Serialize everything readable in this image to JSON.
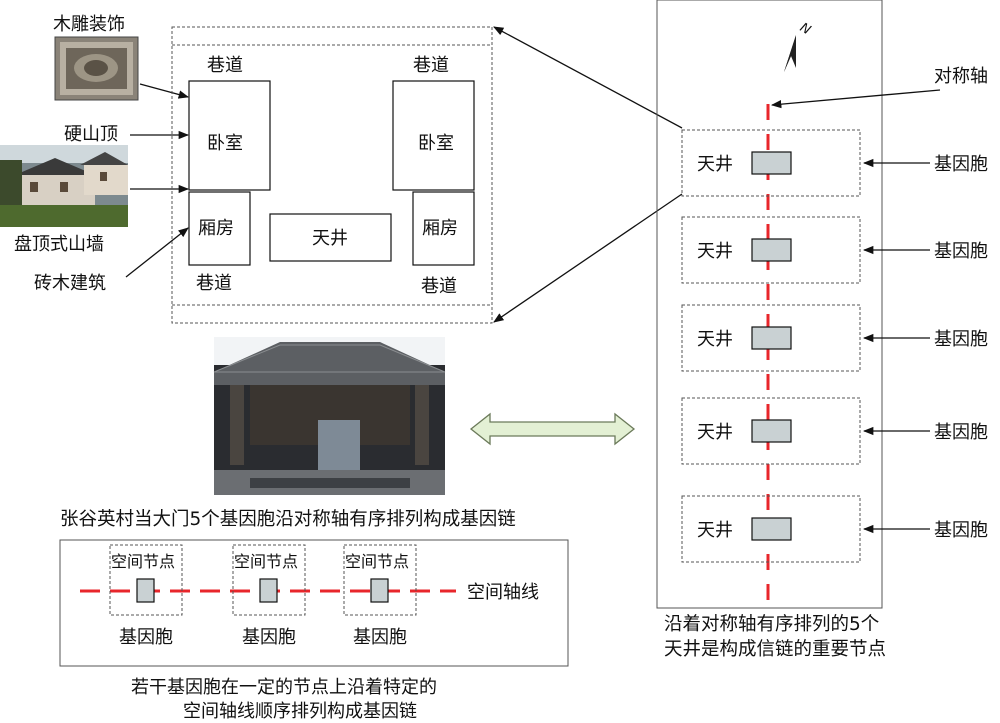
{
  "left_labels": {
    "wood_carving": "木雕装饰",
    "gable_roof": "硬山顶",
    "hip_gable_wall": "盘顶式山墙",
    "brick_wood": "砖木建筑"
  },
  "plan": {
    "alley_top_left": "巷道",
    "alley_top_right": "巷道",
    "alley_bottom_left": "巷道",
    "alley_bottom_right": "巷道",
    "bedroom_left": "卧室",
    "bedroom_right": "卧室",
    "wing_left": "厢房",
    "wing_right": "厢房",
    "courtyard": "天井"
  },
  "photo_caption": "张谷英村当大门5个基因胞沿对称轴有序排列构成基因链",
  "axis_panel": {
    "symmetry_axis_label": "对称轴",
    "cells": [
      {
        "courtyard": "天井",
        "label": "基因胞"
      },
      {
        "courtyard": "天井",
        "label": "基因胞"
      },
      {
        "courtyard": "天井",
        "label": "基因胞"
      },
      {
        "courtyard": "天井",
        "label": "基因胞"
      },
      {
        "courtyard": "天井",
        "label": "基因胞"
      }
    ],
    "caption_line1": "沿着对称轴有序排列的5个",
    "caption_line2": "天井是构成信链的重要节点"
  },
  "chain_panel": {
    "nodes": [
      {
        "node_label": "空间节点",
        "cell_label": "基因胞"
      },
      {
        "node_label": "空间节点",
        "cell_label": "基因胞"
      },
      {
        "node_label": "空间节点",
        "cell_label": "基因胞"
      }
    ],
    "axis_label": "空间轴线",
    "caption_line1": "若干基因胞在一定的节点上沿着特定的",
    "caption_line2": "空间轴线顺序排列构成基因链"
  },
  "colors": {
    "axis_red": "#e8262b",
    "node_fill": "#c9d1d3",
    "arrow_fill": "#e3f0d4",
    "arrow_stroke": "#6b7a5a"
  }
}
